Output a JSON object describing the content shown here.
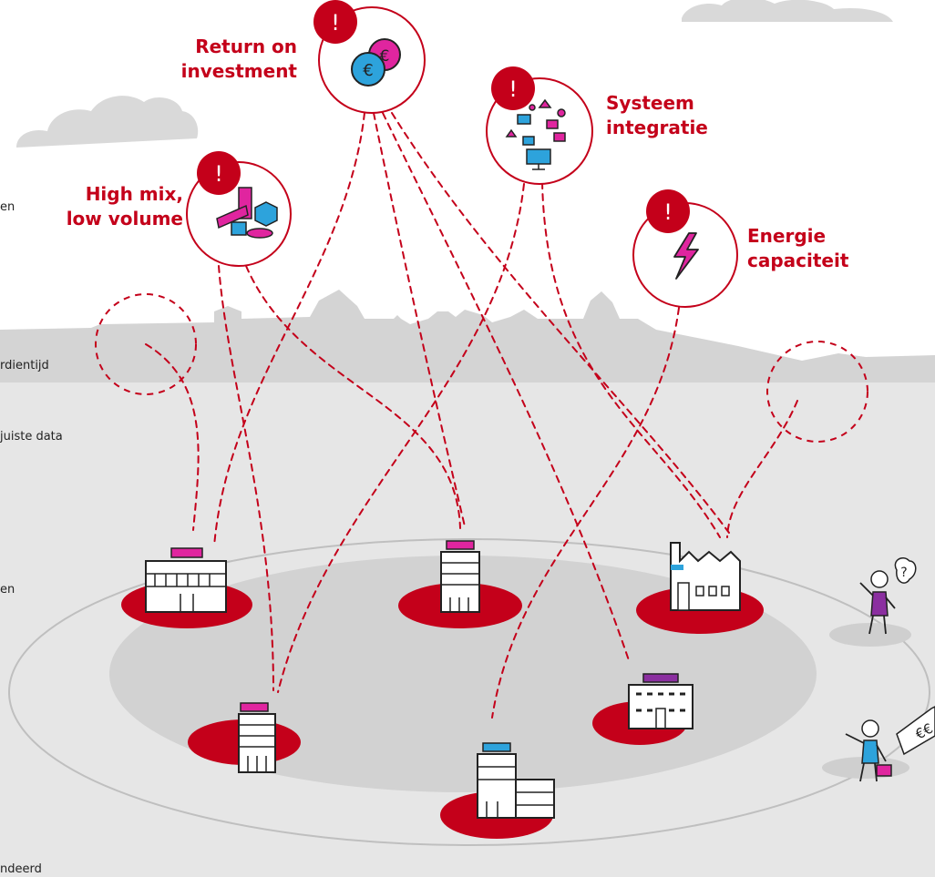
{
  "challenges": [
    {
      "id": "roi",
      "line1": "Return on",
      "line2": "investment",
      "badge": "!",
      "icon": "euro-coins-icon"
    },
    {
      "id": "system",
      "line1": "Systeem",
      "line2": "integratie",
      "badge": "!",
      "icon": "network-devices-icon"
    },
    {
      "id": "mix",
      "line1": "High mix,",
      "line2": "low volume",
      "badge": "!",
      "icon": "product-shapes-icon"
    },
    {
      "id": "energy",
      "line1": "Energie",
      "line2": "capaciteit",
      "badge": "!",
      "icon": "lightning-icon"
    }
  ],
  "edge_text": [
    "en",
    "rdientijd",
    "juiste data",
    "en",
    "ndeerd"
  ],
  "person_bubble": "?",
  "price_tag": "€€",
  "colors": {
    "accent": "#c4001a",
    "magenta": "#e0259f",
    "purple": "#8b2fa0",
    "blue": "#2da3dc",
    "grey_light": "#e6e6e6",
    "grey_mid": "#d2d2d2",
    "skyline": "#d4d4d4",
    "cloud": "#d9d9d9"
  }
}
